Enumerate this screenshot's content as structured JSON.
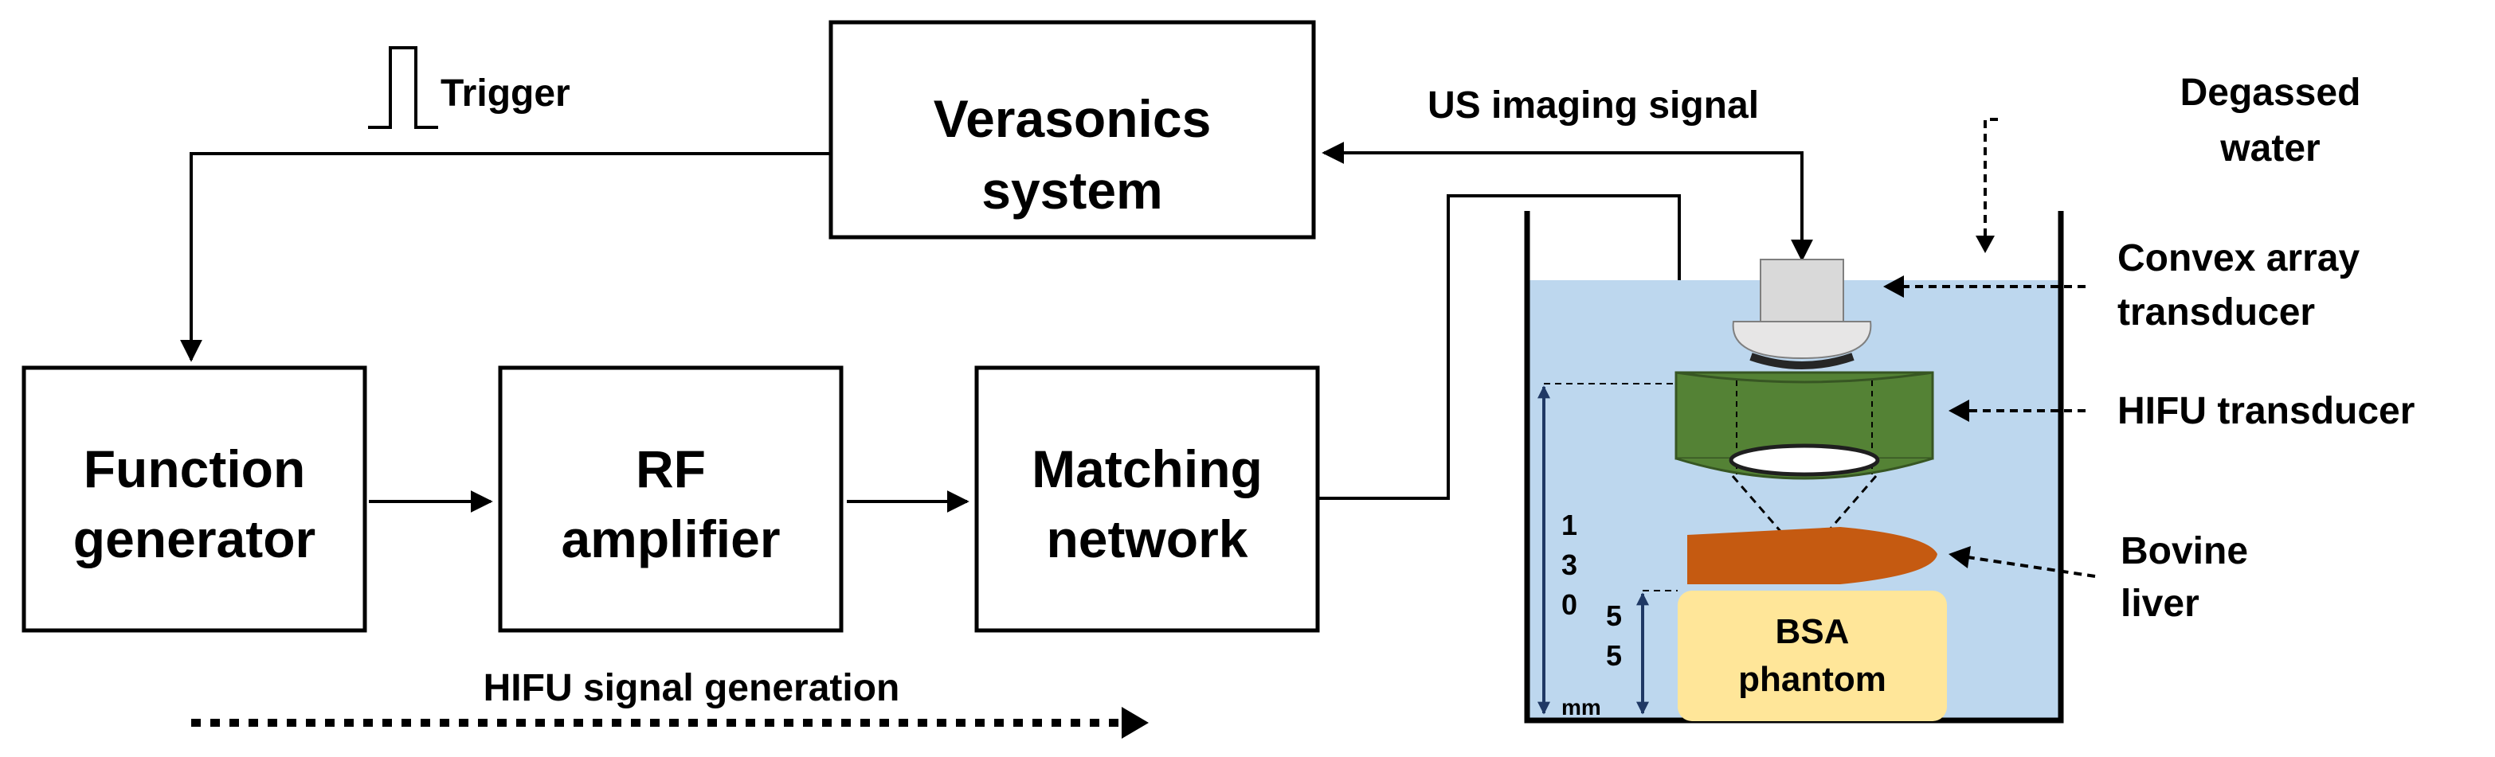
{
  "blocks": {
    "verasonics": {
      "line1": "Verasonics",
      "line2": "system"
    },
    "function_generator": {
      "line1": "Function",
      "line2": "generator"
    },
    "rf_amplifier": {
      "line1": "RF",
      "line2": "amplifier"
    },
    "matching_network": {
      "line1": "Matching",
      "line2": "network"
    }
  },
  "signals": {
    "trigger": "Trigger",
    "us_imaging": "US imaging signal",
    "hifu_generation": "HIFU signal generation"
  },
  "tank_labels": {
    "degassed_water": {
      "line1": "Degassed",
      "line2": "water"
    },
    "convex_array": {
      "line1": "Convex array",
      "line2": "transducer"
    },
    "hifu_transducer": "HIFU transducer",
    "bovine_liver": {
      "line1": "Bovine",
      "line2": "liver"
    }
  },
  "phantom": {
    "line1": "BSA",
    "line2": "phantom"
  },
  "dimensions": {
    "depth_130": [
      "1",
      "3",
      "0"
    ],
    "depth_55": [
      "5",
      "5"
    ],
    "unit": "mm"
  },
  "colors": {
    "water": "#bdd7ee",
    "hifu_transducer": "#548235",
    "convex_array_body": "#d9d9d9",
    "liver": "#c55a11",
    "phantom": "#ffe699",
    "dimension_arrow": "#1f3864",
    "line": "#000000"
  }
}
